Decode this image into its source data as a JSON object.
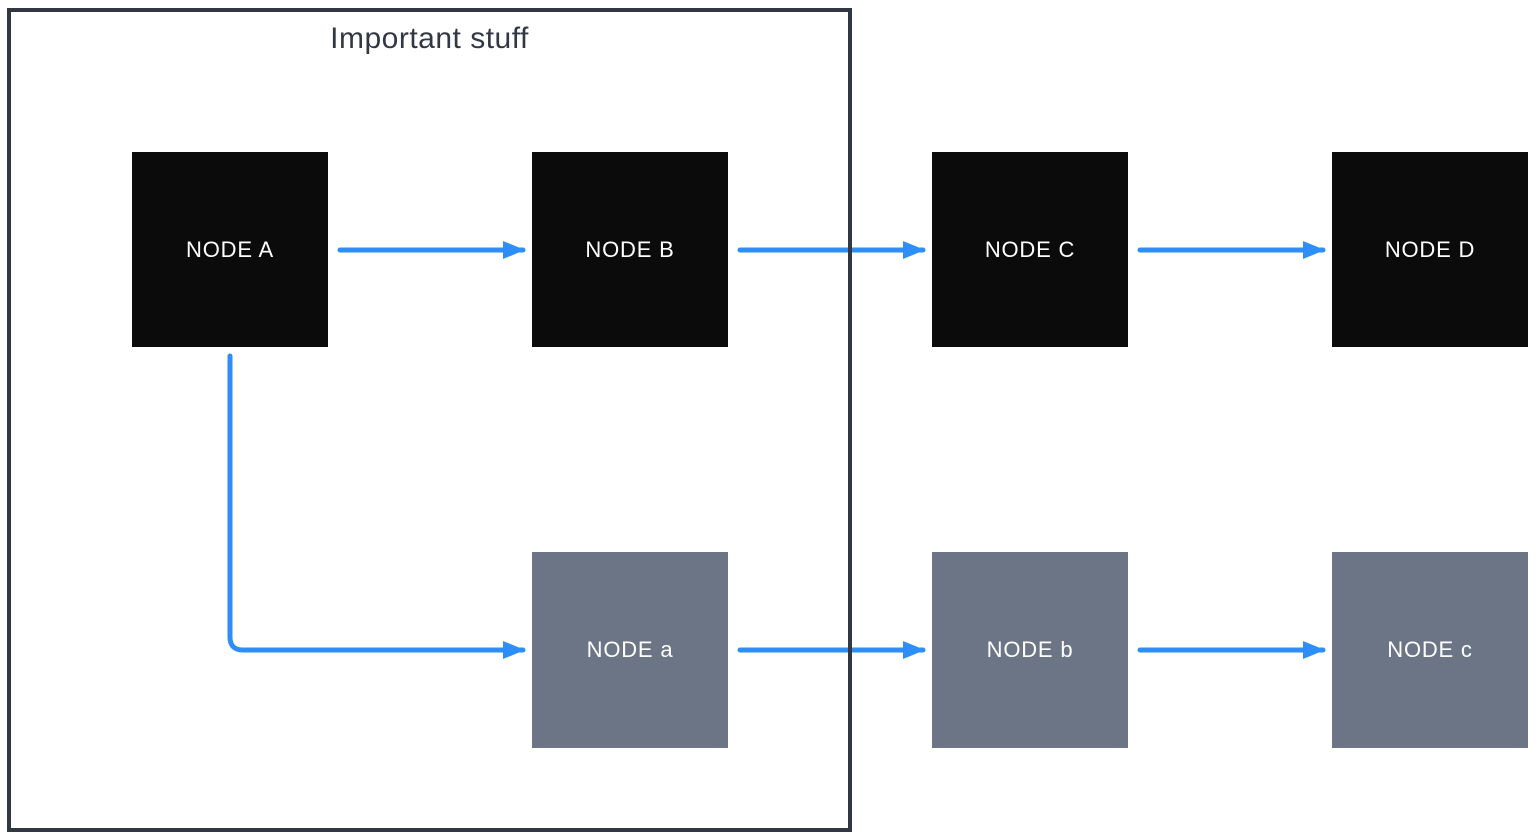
{
  "diagram": {
    "group": {
      "title": "Important stuff",
      "border_color": "#313844",
      "title_color": "#313844"
    },
    "nodes": [
      {
        "id": "A",
        "label": "NODE A",
        "variant": "black",
        "inside_group": true
      },
      {
        "id": "B",
        "label": "NODE B",
        "variant": "black",
        "inside_group": true
      },
      {
        "id": "C",
        "label": "NODE C",
        "variant": "black",
        "inside_group": false
      },
      {
        "id": "D",
        "label": "NODE D",
        "variant": "black",
        "inside_group": false
      },
      {
        "id": "a",
        "label": "NODE a",
        "variant": "gray",
        "inside_group": true
      },
      {
        "id": "b",
        "label": "NODE b",
        "variant": "gray",
        "inside_group": false
      },
      {
        "id": "c",
        "label": "NODE c",
        "variant": "gray",
        "inside_group": false
      }
    ],
    "edges": [
      {
        "from": "A",
        "to": "B",
        "type": "straight-right"
      },
      {
        "from": "B",
        "to": "C",
        "type": "straight-right"
      },
      {
        "from": "C",
        "to": "D",
        "type": "straight-right"
      },
      {
        "from": "A",
        "to": "a",
        "type": "elbow-down-right"
      },
      {
        "from": "a",
        "to": "b",
        "type": "straight-right"
      },
      {
        "from": "b",
        "to": "c",
        "type": "straight-right"
      }
    ],
    "colors": {
      "node_black": "#0b0b0b",
      "node_gray": "#6b7585",
      "arrow_blue": "#2e8ef5",
      "node_text": "#ffffff",
      "background": "#ffffff"
    }
  }
}
